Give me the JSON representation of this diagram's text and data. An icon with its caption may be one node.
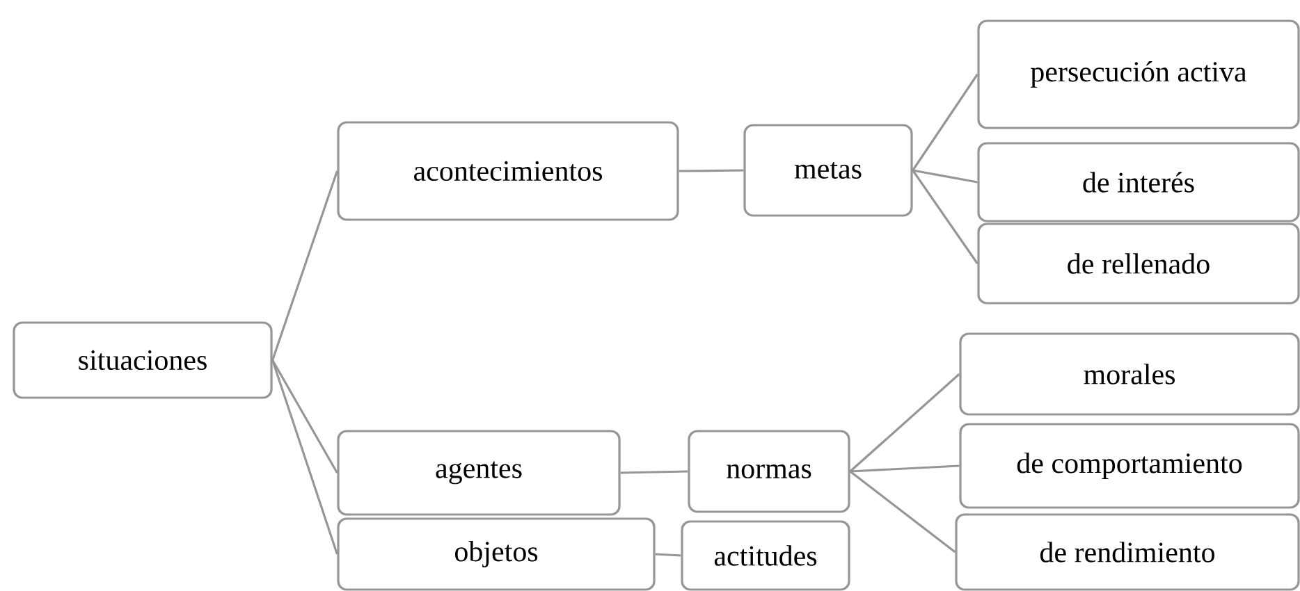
{
  "diagram": {
    "nodes": [
      {
        "text": [
          "situaciones"
        ]
      },
      {
        "text": [
          "acontecimientos"
        ]
      },
      {
        "text": [
          "metas"
        ]
      },
      {
        "text": [
          "persecución activa"
        ]
      },
      {
        "text": [
          "de interés"
        ]
      },
      {
        "text": [
          "de rellenado"
        ]
      },
      {
        "text": [
          "agentes"
        ]
      },
      {
        "text": [
          "normas"
        ]
      },
      {
        "text": [
          "morales"
        ]
      },
      {
        "text": [
          "de comportamiento"
        ]
      },
      {
        "text": [
          "de rendimiento"
        ]
      },
      {
        "text": [
          "objetos"
        ]
      },
      {
        "text": [
          "actitudes"
        ]
      }
    ],
    "edges": [
      {
        "from": 0,
        "to": 1,
        "arrow": "none"
      },
      {
        "from": 0,
        "to": 6,
        "arrow": "none"
      },
      {
        "from": 0,
        "to": 11,
        "arrow": "none"
      },
      {
        "from": 1,
        "to": 2,
        "arrow": "none"
      },
      {
        "from": 2,
        "to": 3,
        "arrow": "none"
      },
      {
        "from": 2,
        "to": 4,
        "arrow": "none"
      },
      {
        "from": 2,
        "to": 5,
        "arrow": "none"
      },
      {
        "from": 6,
        "to": 7,
        "arrow": "none"
      },
      {
        "from": 7,
        "to": 8,
        "arrow": "none"
      },
      {
        "from": 7,
        "to": 9,
        "arrow": "none"
      },
      {
        "from": 7,
        "to": 10,
        "arrow": "none"
      },
      {
        "from": 11,
        "to": 12,
        "arrow": "none"
      }
    ]
  }
}
